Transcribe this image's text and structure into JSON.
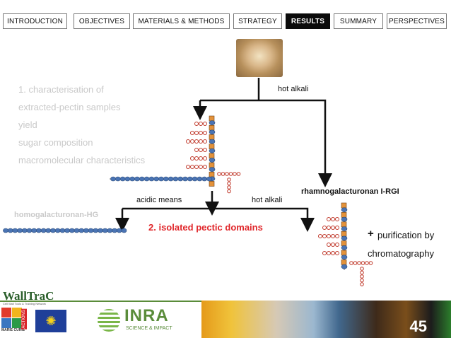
{
  "nav": [
    "INTRODUCTION",
    "OBJECTIVES",
    "MATERIALS & METHODS",
    "STRATEGY",
    "RESULTS",
    "SUMMARY",
    "PERSPECTIVES"
  ],
  "active_nav": "RESULTS",
  "faded_list": [
    "1.   characterisation of",
    "extracted-pectin samples",
    "yield",
    "sugar composition",
    "macromolecular characteristics"
  ],
  "labels": {
    "hot_alkali_top": "hot alkali",
    "acidic_means": "acidic means",
    "hot_alkali_mid": "hot alkali",
    "rgi": "rhamnogalacturonan I-RGI",
    "hg": "homogalacturonan-HG",
    "isolated": "2. isolated pectic domains",
    "plus": "+",
    "purification_1": "purification by",
    "purification_2": "chromatography"
  },
  "logos": {
    "walltrac": "WallTraC",
    "walltrac_sub": "Cell Wall Tools & Training Network",
    "actions": "ACTIONS",
    "marie_curie": "MARIE CURIE",
    "inra": "INRA",
    "inra_sub": "SCIENCE & IMPACT"
  },
  "slide_number": "45",
  "colors": {
    "red": "#e0262a",
    "hg_blue": "#4a74b4",
    "rha_orange": "#e3923a",
    "gal_pink": "#c0392b",
    "banner_green": "#5a8c3a"
  }
}
